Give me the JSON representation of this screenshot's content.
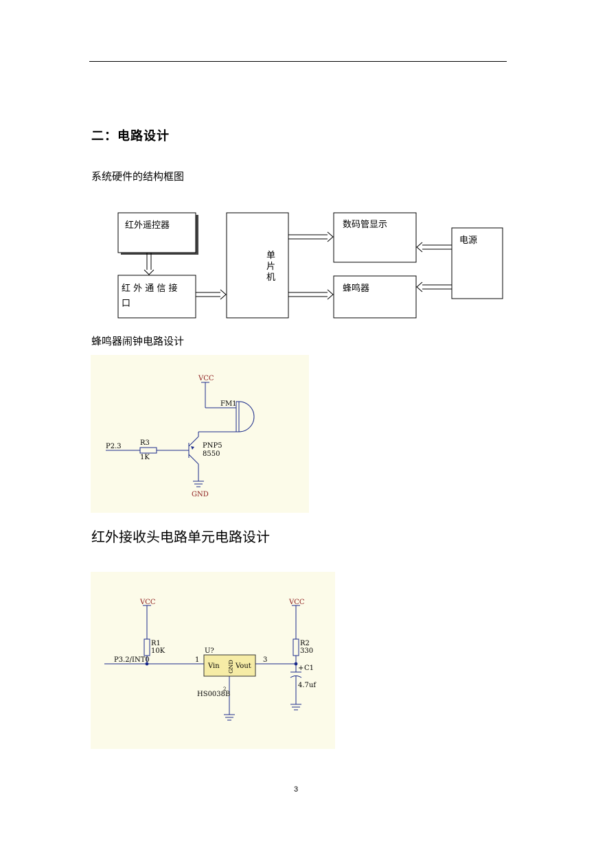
{
  "section_title": "二：电路设计",
  "captions": {
    "block_diagram": "系统硬件的结构框图",
    "buzzer_circuit": "蜂鸣器闹钟电路设计",
    "ir_circuit": "红外接收头电路单元电路设计"
  },
  "block_diagram": {
    "remote": "红外遥控器",
    "ir_port_line1": "红 外 通 信 接",
    "ir_port_line2": "口",
    "mcu_chars": [
      "单",
      "片",
      "机"
    ],
    "display": "数码管显示",
    "buzzer": "蜂鸣器",
    "power": "电源"
  },
  "buzzer_schematic": {
    "vcc": "VCC",
    "fm": "FM1",
    "p": "P2.3",
    "r_name": "R3",
    "r_value": "1K",
    "t_name": "PNP5",
    "t_value": "8550",
    "gnd": "GND"
  },
  "ir_schematic": {
    "vcc_left": "VCC",
    "vcc_right": "VCC",
    "r1_name": "R1",
    "r1_value": "10K",
    "r2_name": "R2",
    "r2_value": "330",
    "port": "P3.2/INT0",
    "u_name": "U?",
    "pin1": "1",
    "pin3": "3",
    "vin": "Vin",
    "gnd_pin": "GND",
    "vout": "Vout",
    "part": "HS0038B",
    "pin2": "2",
    "c_name": "C1",
    "c_plus": "+",
    "c_value": "4.7uf"
  },
  "page_number": "3",
  "colors": {
    "schematic_bg": "#fcfbe9",
    "wire": "#1a2a8a",
    "power_label": "#8b1a1a",
    "ic_fill": "#f6eca6"
  }
}
